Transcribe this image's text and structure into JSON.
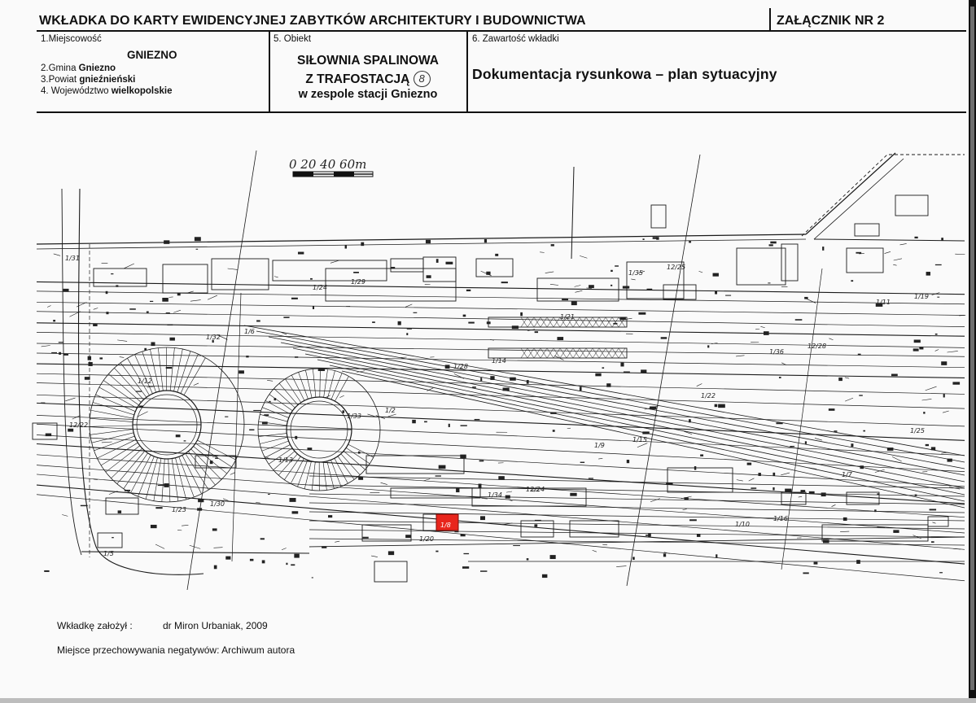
{
  "header": {
    "title": "WKŁADKA DO KARTY EWIDENCYJNEJ ZABYTKÓW ARCHITEKTURY I BUDOWNICTWA",
    "annex": "ZAŁĄCZNIK NR 2"
  },
  "location": {
    "label": "1.Miejscowość",
    "value": "GNIEZNO",
    "gmina_label": "2.Gmina",
    "gmina_value": "Gniezno",
    "powiat_label": "3.Powiat",
    "powiat_value": "gnieźnieński",
    "woj_label": "4. Województwo",
    "woj_value": "wielkopolskie"
  },
  "object": {
    "label": "5. Obiekt",
    "line1": "SIŁOWNIA SPALINOWA",
    "line2": "Z TRAFOSTACJĄ",
    "number": "8",
    "line3": "w zespole stacji Gniezno"
  },
  "content": {
    "label": "6. Zawartość wkładki",
    "value": "Dokumentacja rysunkowa – plan sytuacyjny"
  },
  "scale_bar": {
    "text": "0  20  40  60m"
  },
  "map": {
    "highlight_color": "#e8251c",
    "highlight_label": "1/8",
    "labels": [
      "1/31",
      "1/32",
      "1/33",
      "1/34",
      "1/35",
      "1/36",
      "1/25",
      "1/23",
      "1/24",
      "1/28",
      "1/9",
      "1/10",
      "1/11",
      "1/12",
      "1/13",
      "1/20",
      "1/21",
      "1/22",
      "1/7",
      "1/5",
      "1/6",
      "1/2",
      "12/24",
      "12/25",
      "12/28",
      "12/22",
      "1/30",
      "1/29",
      "1/14",
      "1/15",
      "1/16",
      "1/19"
    ]
  },
  "footer": {
    "founder_label": "Wkładkę założył :",
    "founder_value": "dr Miron Urbaniak, 2009",
    "storage_label": "Miejsce przechowywania negatywów:",
    "storage_value": "Archiwum autora"
  }
}
